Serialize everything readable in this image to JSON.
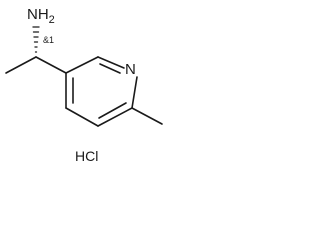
{
  "molecule": {
    "amine_label": "NH2",
    "amine_main": "NH",
    "amine_subscript": "2",
    "ring_nitrogen_label": "N",
    "stereo_label": "&1",
    "salt_label": "HCl"
  }
}
